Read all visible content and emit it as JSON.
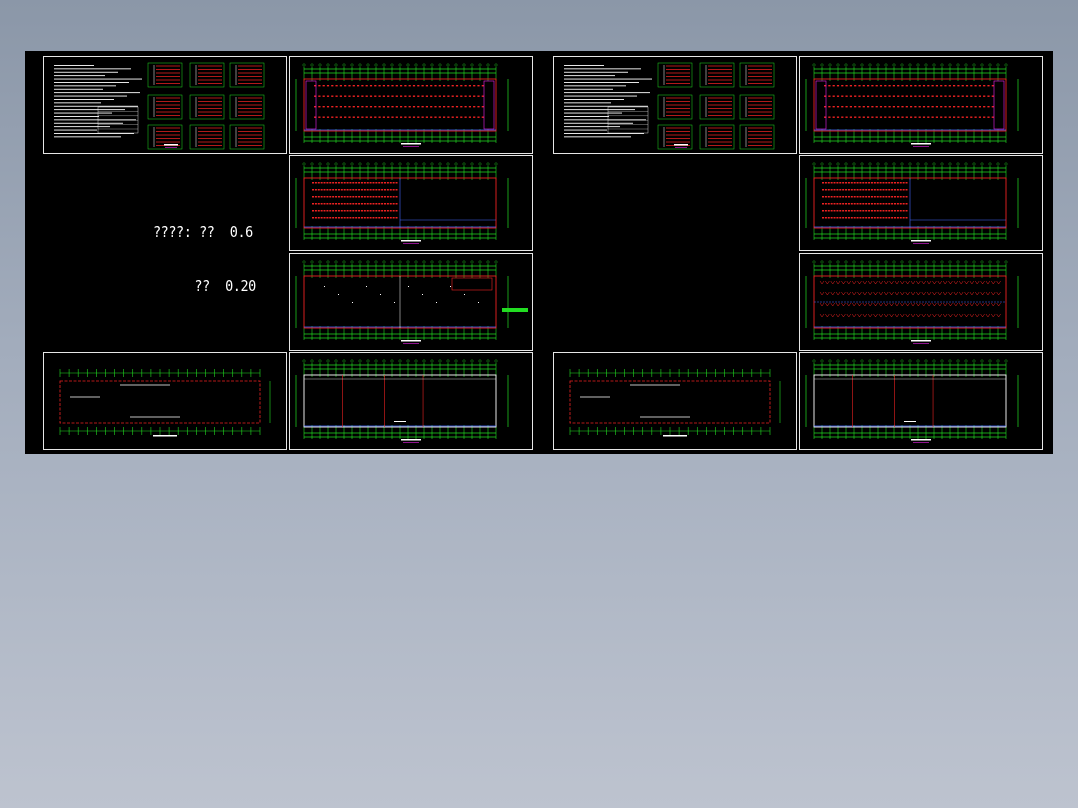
{
  "viewport": {
    "background_top": "#8b97a8",
    "background_bottom": "#bdc3cf",
    "canvas_color": "#000000"
  },
  "colors": {
    "frame": "#e6e6e6",
    "grid_green": "#22dd22",
    "wall_red": "#ee2222",
    "axis_blue": "#4466ff",
    "magenta": "#ee22ee",
    "white": "#ffffff"
  },
  "annotation": {
    "line1": "????: ??  0.6",
    "line2": "??  0.20"
  },
  "sets": [
    {
      "name": "drawing-set-left",
      "sheets": [
        {
          "id": "L1",
          "kind": "notes-sheet"
        },
        {
          "id": "L2",
          "kind": "plan-sheet"
        },
        {
          "id": "L3",
          "kind": "plan-sheet"
        },
        {
          "id": "L4",
          "kind": "plan-sheet"
        },
        {
          "id": "L5",
          "kind": "plan-sheet"
        },
        {
          "id": "L6",
          "kind": "plan-sheet"
        }
      ]
    },
    {
      "name": "drawing-set-right",
      "sheets": [
        {
          "id": "R1",
          "kind": "notes-sheet"
        },
        {
          "id": "R2",
          "kind": "plan-sheet"
        },
        {
          "id": "R3",
          "kind": "plan-sheet"
        },
        {
          "id": "R4",
          "kind": "plan-sheet"
        },
        {
          "id": "R5",
          "kind": "plan-sheet"
        },
        {
          "id": "R6",
          "kind": "plan-sheet"
        }
      ]
    }
  ]
}
